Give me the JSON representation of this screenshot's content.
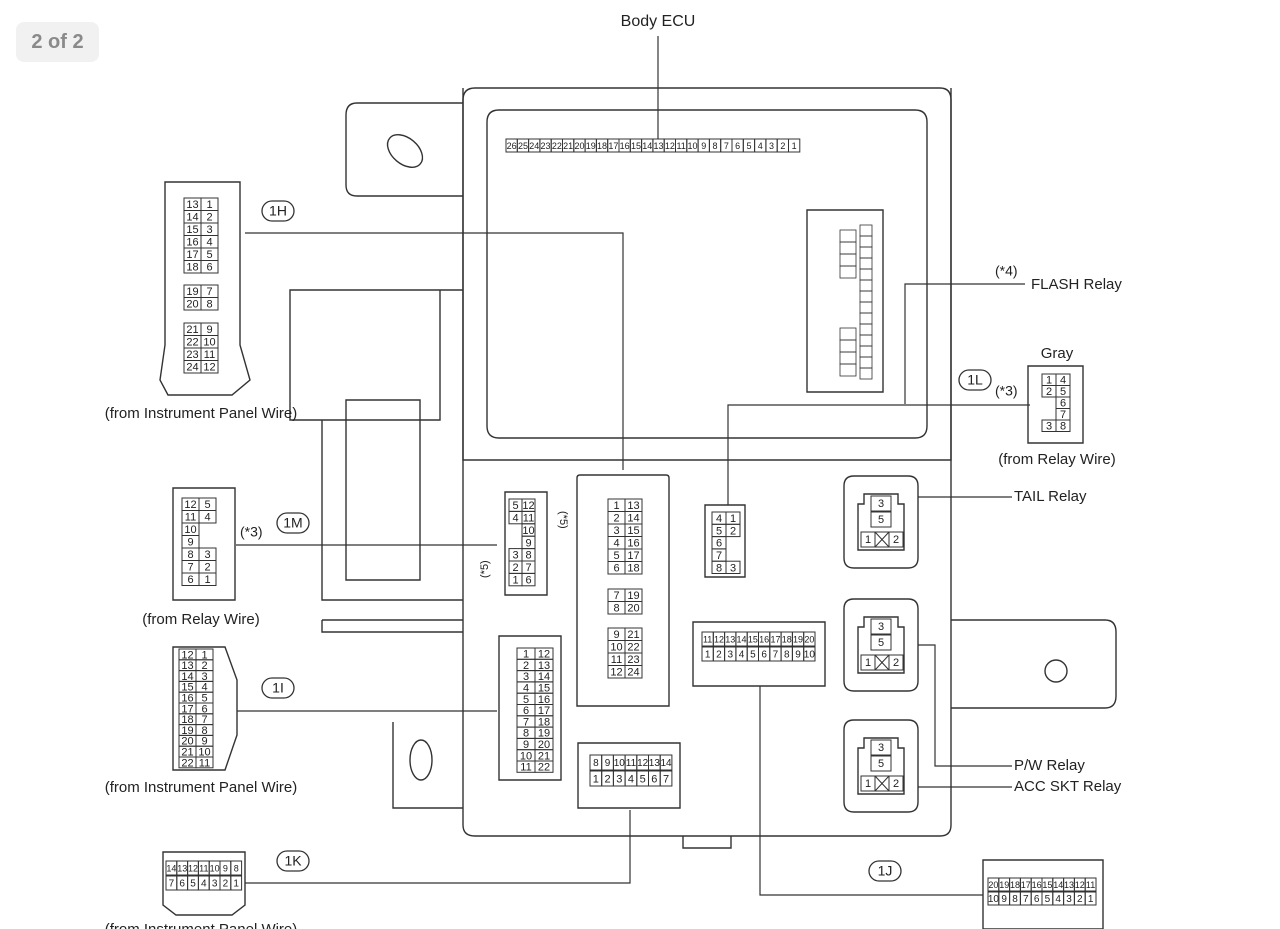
{
  "page_indicator": "2 of 2",
  "diagram": {
    "title": "Body ECU",
    "ecu_pins": [
      "26",
      "25",
      "24",
      "23",
      "22",
      "21",
      "20",
      "19",
      "18",
      "17",
      "16",
      "15",
      "14",
      "13",
      "12",
      "11",
      "10",
      "9",
      "8",
      "7",
      "6",
      "5",
      "4",
      "3",
      "2",
      "1"
    ],
    "connectors": {
      "1H": {
        "code": "1H",
        "caption": "(from Instrument Panel Wire)",
        "rows": [
          [
            "13",
            "1"
          ],
          [
            "14",
            "2"
          ],
          [
            "15",
            "3"
          ],
          [
            "16",
            "4"
          ],
          [
            "17",
            "5"
          ],
          [
            "18",
            "6"
          ],
          [
            "19",
            "7"
          ],
          [
            "20",
            "8"
          ],
          [
            "21",
            "9"
          ],
          [
            "22",
            "10"
          ],
          [
            "23",
            "11"
          ],
          [
            "24",
            "12"
          ]
        ]
      },
      "1M": {
        "code": "1M",
        "note": "(*3)",
        "caption": "(from Relay Wire)",
        "rows": [
          [
            "12",
            "5"
          ],
          [
            "11",
            "4"
          ],
          [
            "10",
            ""
          ],
          [
            "9",
            ""
          ],
          [
            "8",
            "3"
          ],
          [
            "7",
            "2"
          ],
          [
            "6",
            "1"
          ]
        ]
      },
      "1I": {
        "code": "1I",
        "caption": "(from Instrument Panel Wire)",
        "rows": [
          [
            "12",
            "1"
          ],
          [
            "13",
            "2"
          ],
          [
            "14",
            "3"
          ],
          [
            "15",
            "4"
          ],
          [
            "16",
            "5"
          ],
          [
            "17",
            "6"
          ],
          [
            "18",
            "7"
          ],
          [
            "19",
            "8"
          ],
          [
            "20",
            "9"
          ],
          [
            "21",
            "10"
          ],
          [
            "22",
            "11"
          ]
        ]
      },
      "1K": {
        "code": "1K",
        "caption": "(from Instrument Panel Wire)",
        "top_row": [
          "14",
          "13",
          "12",
          "11",
          "10",
          "9",
          "8"
        ],
        "bottom_row": [
          "7",
          "6",
          "5",
          "4",
          "3",
          "2",
          "1"
        ]
      },
      "1L": {
        "code": "1L",
        "note": "(*3)",
        "color_label": "Gray",
        "caption": "(from Relay Wire)",
        "rows": [
          [
            "1",
            "4"
          ],
          [
            "2",
            "5"
          ],
          [
            "",
            "6"
          ],
          [
            "",
            "7"
          ],
          [
            "3",
            "8"
          ]
        ]
      },
      "1J": {
        "code": "1J",
        "top_row": [
          "20",
          "19",
          "18",
          "17",
          "16",
          "15",
          "14",
          "13",
          "12",
          "11"
        ],
        "bottom_row": [
          "10",
          "9",
          "8",
          "7",
          "6",
          "5",
          "4",
          "3",
          "2",
          "1"
        ]
      }
    },
    "ecu_sockets": {
      "left_mid": {
        "note": "(*5)",
        "rows": [
          [
            "5",
            "12"
          ],
          [
            "4",
            "11"
          ],
          [
            "",
            "10"
          ],
          [
            "",
            "9"
          ],
          [
            "3",
            "8"
          ],
          [
            "2",
            "7"
          ],
          [
            "1",
            "6"
          ]
        ]
      },
      "center_tall": {
        "rows": [
          [
            "1",
            "13"
          ],
          [
            "2",
            "14"
          ],
          [
            "3",
            "15"
          ],
          [
            "4",
            "16"
          ],
          [
            "5",
            "17"
          ],
          [
            "6",
            "18"
          ],
          [
            "7",
            "19"
          ],
          [
            "8",
            "20"
          ],
          [
            "9",
            "21"
          ],
          [
            "10",
            "22"
          ],
          [
            "11",
            "23"
          ],
          [
            "12",
            "24"
          ]
        ]
      },
      "small_1l_side": {
        "rows": [
          [
            "4",
            "1"
          ],
          [
            "5",
            "2"
          ],
          [
            "6",
            ""
          ],
          [
            "7",
            ""
          ],
          [
            "8",
            "3"
          ]
        ]
      },
      "lower_left": {
        "rows": [
          [
            "1",
            "12"
          ],
          [
            "2",
            "13"
          ],
          [
            "3",
            "14"
          ],
          [
            "4",
            "15"
          ],
          [
            "5",
            "16"
          ],
          [
            "6",
            "17"
          ],
          [
            "7",
            "18"
          ],
          [
            "8",
            "19"
          ],
          [
            "9",
            "20"
          ],
          [
            "10",
            "21"
          ],
          [
            "11",
            "22"
          ]
        ]
      },
      "lower_mid": {
        "top_row": [
          "8",
          "9",
          "10",
          "11",
          "12",
          "13",
          "14"
        ],
        "bottom_row": [
          "1",
          "2",
          "3",
          "4",
          "5",
          "6",
          "7"
        ]
      },
      "wide_right": {
        "top_row": [
          "11",
          "12",
          "13",
          "14",
          "15",
          "16",
          "17",
          "18",
          "19",
          "20"
        ],
        "bottom_row": [
          "1",
          "2",
          "3",
          "4",
          "5",
          "6",
          "7",
          "8",
          "9",
          "10"
        ]
      }
    },
    "relays": {
      "flash": {
        "label": "FLASH Relay",
        "note": "(*4)"
      },
      "tail": {
        "label": "TAIL Relay",
        "pins": [
          "3",
          "5",
          "1",
          "2"
        ]
      },
      "pw": {
        "label": "P/W Relay",
        "pins": [
          "3",
          "5",
          "1",
          "2"
        ]
      },
      "acc": {
        "label": "ACC SKT Relay",
        "pins": [
          "3",
          "5",
          "1",
          "2"
        ]
      }
    }
  }
}
